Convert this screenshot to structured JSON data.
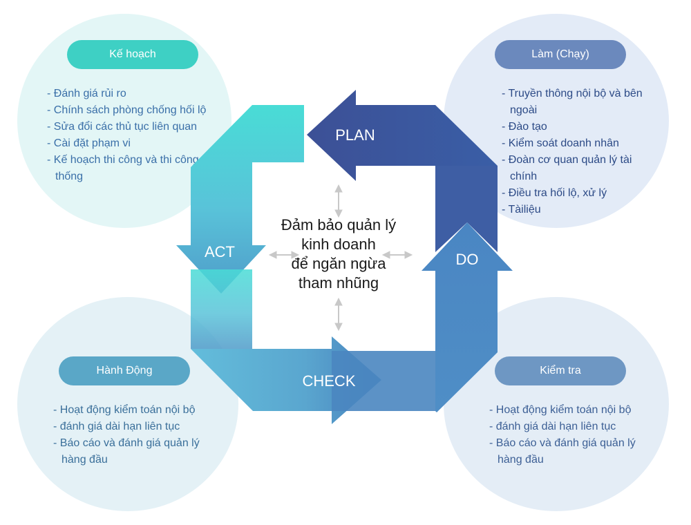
{
  "quadrants": {
    "plan": {
      "title": "Kế hoạch",
      "items": [
        "Đánh giá rủi ro",
        "Chính sách phòng chống hối lộ",
        "Sửa đổi các thủ tục liên quan",
        "Cài đặt phạm vi",
        "Kế hoạch thi công và thi công hệ thống"
      ]
    },
    "do": {
      "title": "Làm (Chạy)",
      "items": [
        "Truyền thông nội bộ và bên ngoài",
        "Đào tạo",
        "Kiểm soát doanh nhân",
        "Đoàn cơ quan quản lý tài chính",
        "Điều tra hối lộ, xử lý",
        "Tàiliệu"
      ]
    },
    "act": {
      "title": "Hành Động",
      "items": [
        "Hoạt động kiểm toán nội bộ",
        "đánh giá dài hạn liên tục",
        "Báo cáo và đánh giá quản lý hàng đầu"
      ]
    },
    "check": {
      "title": "Kiểm tra",
      "items": [
        "Hoạt động kiểm toán nội bộ",
        "đánh giá dài hạn liên tục",
        "Báo cáo và đánh giá quản lý hàng đầu"
      ]
    }
  },
  "cycle": {
    "plan_label": "PLAN",
    "do_label": "DO",
    "check_label": "CHECK",
    "act_label": "ACT"
  },
  "center": {
    "line1": "Đảm bảo quản lý",
    "line2": "kinh doanh",
    "line3": "để ngăn ngừa",
    "line4": "tham nhũng"
  },
  "colors": {
    "plan_circle": "#e3f6f6",
    "plan_pill": "#3ed0c4",
    "plan_text": "#3a6fa8",
    "do_circle": "#e3ebf7",
    "do_pill": "#6b89bd",
    "do_text": "#2c4a86",
    "act_circle": "#e4f1f6",
    "act_pill": "#5aa7c7",
    "act_text": "#3a6f9a",
    "check_circle": "#e4edf6",
    "check_pill": "#6e97c3",
    "check_text": "#3c5f95",
    "teal": "#46d8d2",
    "navy": "#3c5da2",
    "steel": "#4b88c4",
    "sky": "#5db7d8"
  }
}
